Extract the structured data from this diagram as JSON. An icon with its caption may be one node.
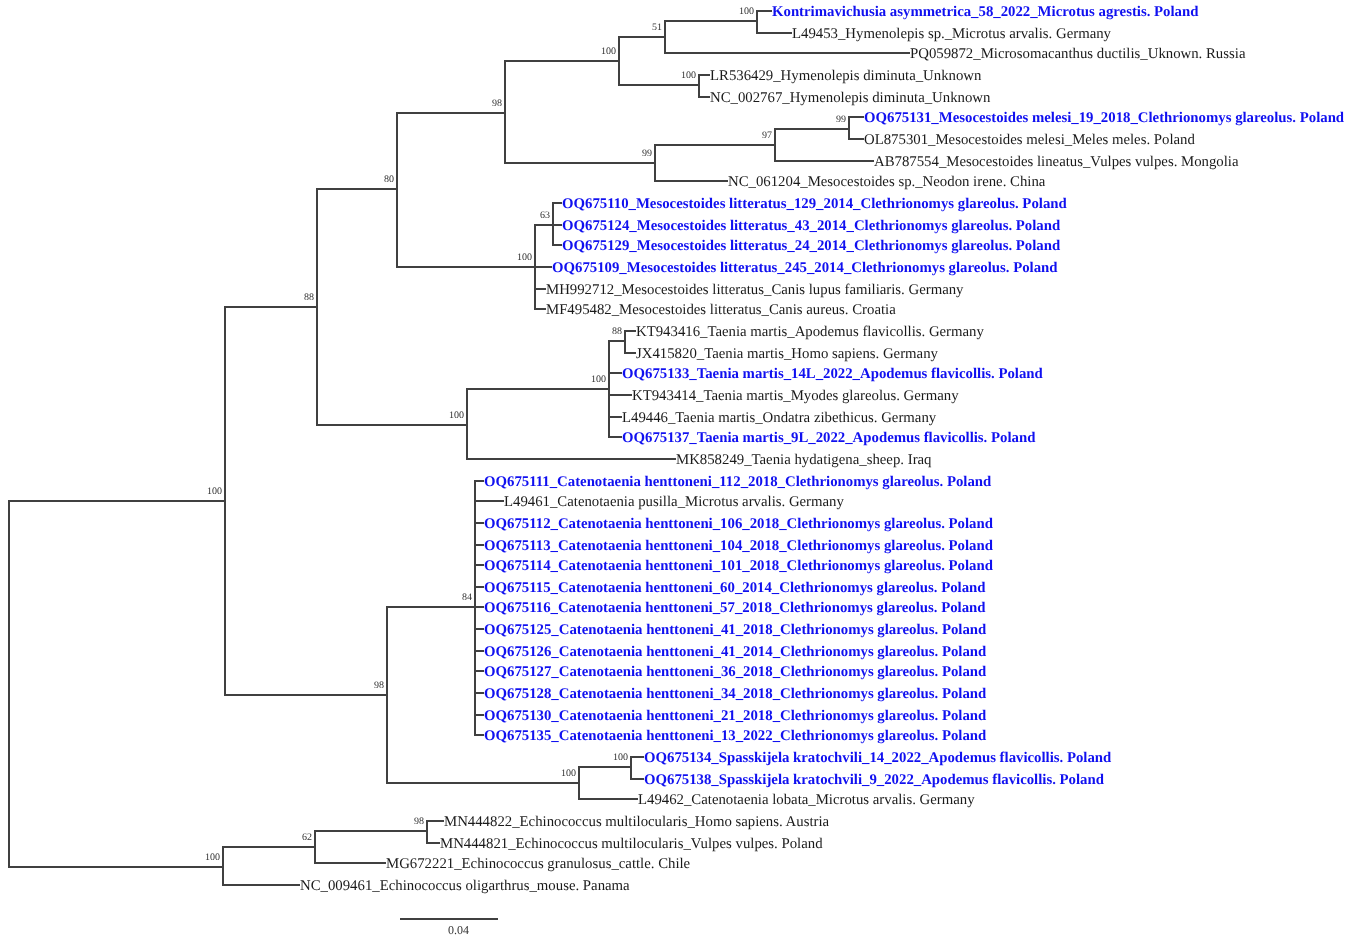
{
  "diagram": {
    "nodes": [
      {
        "text": [],
        "shape": "bar"
      },
      {
        "text": [],
        "shape": "bar",
        "beside": [
          "100"
        ]
      },
      {
        "text": [],
        "shape": "bar",
        "beside": [
          "88"
        ]
      },
      {
        "text": [],
        "shape": "bar",
        "beside": [
          "80"
        ]
      },
      {
        "text": [],
        "shape": "bar",
        "beside": [
          "98"
        ]
      },
      {
        "text": [],
        "shape": "bar",
        "beside": [
          "100"
        ]
      },
      {
        "text": [],
        "shape": "bar",
        "beside": [
          "51"
        ]
      },
      {
        "text": [],
        "shape": "bar",
        "beside": [
          "100"
        ]
      },
      {
        "text": [
          "Kontrimavichusia asymmetrica_58_2022_Microtus agrestis. Poland"
        ]
      },
      {
        "text": [
          "L49453_Hymenolepis sp._Microtus arvalis. Germany"
        ]
      },
      {
        "text": [
          "PQ059872_Microsomacanthus ductilis_Uknown. Russia"
        ]
      },
      {
        "text": [],
        "shape": "bar",
        "beside": [
          "100"
        ]
      },
      {
        "text": [
          "LR536429_Hymenolepis diminuta_Unknown"
        ]
      },
      {
        "text": [
          "NC_002767_Hymenolepis diminuta_Unknown"
        ]
      },
      {
        "text": [],
        "shape": "bar",
        "beside": [
          "99"
        ]
      },
      {
        "text": [],
        "shape": "bar",
        "beside": [
          "97"
        ]
      },
      {
        "text": [],
        "shape": "bar",
        "beside": [
          "99"
        ]
      },
      {
        "text": [
          "OQ675131_Mesocestoides melesi_19_2018_Clethrionomys glareolus. Poland"
        ]
      },
      {
        "text": [
          "OL875301_Mesocestoides melesi_Meles meles. Poland"
        ]
      },
      {
        "text": [
          "AB787554_Mesocestoides lineatus_Vulpes vulpes. Mongolia"
        ]
      },
      {
        "text": [
          "NC_061204_Mesocestoides sp._Neodon irene. China"
        ]
      },
      {
        "text": [],
        "shape": "bar",
        "beside": [
          "100"
        ]
      },
      {
        "text": [],
        "shape": "bar",
        "beside": [
          "63"
        ]
      },
      {
        "text": [
          "OQ675110_Mesocestoides litteratus_129_2014_Clethrionomys glareolus. Poland"
        ]
      },
      {
        "text": [
          "OQ675124_Mesocestoides litteratus_43_2014_Clethrionomys glareolus. Poland"
        ]
      },
      {
        "text": [
          "OQ675129_Mesocestoides litteratus_24_2014_Clethrionomys glareolus. Poland"
        ]
      },
      {
        "text": [
          "OQ675109_Mesocestoides litteratus_245_2014_Clethrionomys glareolus. Poland"
        ]
      },
      {
        "text": [
          "MH992712_Mesocestoides litteratus_Canis lupus familiaris. Germany"
        ]
      },
      {
        "text": [
          "MF495482_Mesocestoides litteratus_Canis aureus. Croatia"
        ]
      },
      {
        "text": [],
        "shape": "bar",
        "beside": [
          "100"
        ]
      },
      {
        "text": [],
        "shape": "bar",
        "beside": [
          "100"
        ]
      },
      {
        "text": [],
        "shape": "bar",
        "beside": [
          "88"
        ]
      },
      {
        "text": [
          "KT943416_Taenia martis_Apodemus flavicollis. Germany"
        ]
      },
      {
        "text": [
          "JX415820_Taenia martis_Homo sapiens. Germany"
        ]
      },
      {
        "text": [
          "OQ675133_Taenia martis_14L_2022_Apodemus flavicollis. Poland"
        ]
      },
      {
        "text": [
          "KT943414_Taenia martis_Myodes glareolus. Germany"
        ]
      },
      {
        "text": [
          "L49446_Taenia martis_Ondatra zibethicus. Germany"
        ]
      },
      {
        "text": [
          "OQ675137_Taenia martis_9L_2022_Apodemus flavicollis. Poland"
        ]
      },
      {
        "text": [
          "MK858249_Taenia hydatigena_sheep. Iraq"
        ]
      },
      {
        "text": [],
        "shape": "bar",
        "beside": [
          "98"
        ]
      },
      {
        "text": [],
        "shape": "bar",
        "beside": [
          "84"
        ]
      },
      {
        "text": [
          "OQ675111_Catenotaenia henttoneni_112_2018_Clethrionomys glareolus. Poland"
        ]
      },
      {
        "text": [
          "L49461_Catenotaenia pusilla_Microtus arvalis. Germany"
        ]
      },
      {
        "text": [
          "OQ675112_Catenotaenia henttoneni_106_2018_Clethrionomys glareolus. Poland"
        ]
      },
      {
        "text": [
          "OQ675113_Catenotaenia henttoneni_104_2018_Clethrionomys glareolus. Poland"
        ]
      },
      {
        "text": [
          "OQ675114_Catenotaenia henttoneni_101_2018_Clethrionomys glareolus. Poland"
        ]
      },
      {
        "text": [
          "OQ675115_Catenotaenia henttoneni_60_2014_Clethrionomys glareolus. Poland"
        ]
      },
      {
        "text": [
          "OQ675116_Catenotaenia henttoneni_57_2018_Clethrionomys glareolus. Poland"
        ]
      },
      {
        "text": [
          "OQ675125_Catenotaenia henttoneni_41_2018_Clethrionomys glareolus. Poland"
        ]
      },
      {
        "text": [
          "OQ675126_Catenotaenia henttoneni_41_2014_Clethrionomys glareolus. Poland"
        ]
      },
      {
        "text": [
          "OQ675127_Catenotaenia henttoneni_36_2018_Clethrionomys glareolus. Poland"
        ]
      },
      {
        "text": [
          "OQ675128_Catenotaenia henttoneni_34_2018_Clethrionomys glareolus. Poland"
        ]
      },
      {
        "text": [
          "OQ675130_Catenotaenia henttoneni_21_2018_Clethrionomys glareolus. Poland"
        ]
      },
      {
        "text": [
          "OQ675135_Catenotaenia henttoneni_13_2022_Clethrionomys glareolus. Poland"
        ]
      },
      {
        "text": [],
        "shape": "bar",
        "beside": [
          "100"
        ]
      },
      {
        "text": [],
        "shape": "bar",
        "beside": [
          "100"
        ]
      },
      {
        "text": [
          "OQ675134_Spasskijela kratochvili_14_2022_Apodemus flavicollis. Poland"
        ]
      },
      {
        "text": [
          "OQ675138_Spasskijela kratochvili_9_2022_Apodemus flavicollis. Poland"
        ]
      },
      {
        "text": [
          "L49462_Catenotaenia lobata_Microtus arvalis. Germany"
        ]
      },
      {
        "text": [],
        "shape": "bar",
        "beside": [
          "100"
        ]
      },
      {
        "text": [],
        "shape": "bar",
        "beside": [
          "62"
        ]
      },
      {
        "text": [],
        "shape": "bar",
        "beside": [
          "98"
        ]
      },
      {
        "text": [
          "MN444822_Echinococcus multilocularis_Homo sapiens. Austria"
        ]
      },
      {
        "text": [
          "MN444821_Echinococcus multilocularis_Vulpes vulpes. Poland"
        ]
      },
      {
        "text": [
          "MG672221_Echinococcus granulosus_cattle. Chile"
        ]
      },
      {
        "text": [
          "NC_009461_Echinococcus oligarthrus_mouse. Panama"
        ]
      }
    ],
    "edges": [
      {
        "from": 0,
        "to": 1,
        "arrow": "none"
      },
      {
        "from": 1,
        "to": 2,
        "arrow": "none"
      },
      {
        "from": 2,
        "to": 3,
        "arrow": "none"
      },
      {
        "from": 3,
        "to": 4,
        "arrow": "none"
      },
      {
        "from": 4,
        "to": 5,
        "arrow": "none"
      },
      {
        "from": 5,
        "to": 6,
        "arrow": "none"
      },
      {
        "from": 6,
        "to": 7,
        "arrow": "none"
      },
      {
        "from": 7,
        "to": 8,
        "arrow": "none"
      },
      {
        "from": 7,
        "to": 9,
        "arrow": "none"
      },
      {
        "from": 6,
        "to": 10,
        "arrow": "none"
      },
      {
        "from": 5,
        "to": 11,
        "arrow": "none"
      },
      {
        "from": 11,
        "to": 12,
        "arrow": "none"
      },
      {
        "from": 11,
        "to": 13,
        "arrow": "none"
      },
      {
        "from": 4,
        "to": 14,
        "arrow": "none"
      },
      {
        "from": 14,
        "to": 15,
        "arrow": "none"
      },
      {
        "from": 15,
        "to": 16,
        "arrow": "none"
      },
      {
        "from": 16,
        "to": 17,
        "arrow": "none"
      },
      {
        "from": 16,
        "to": 18,
        "arrow": "none"
      },
      {
        "from": 15,
        "to": 19,
        "arrow": "none"
      },
      {
        "from": 14,
        "to": 20,
        "arrow": "none"
      },
      {
        "from": 3,
        "to": 21,
        "arrow": "none"
      },
      {
        "from": 21,
        "to": 22,
        "arrow": "none"
      },
      {
        "from": 22,
        "to": 23,
        "arrow": "none"
      },
      {
        "from": 22,
        "to": 24,
        "arrow": "none"
      },
      {
        "from": 22,
        "to": 25,
        "arrow": "none"
      },
      {
        "from": 21,
        "to": 26,
        "arrow": "none"
      },
      {
        "from": 21,
        "to": 27,
        "arrow": "none"
      },
      {
        "from": 21,
        "to": 28,
        "arrow": "none"
      },
      {
        "from": 2,
        "to": 29,
        "arrow": "none"
      },
      {
        "from": 29,
        "to": 30,
        "arrow": "none"
      },
      {
        "from": 30,
        "to": 31,
        "arrow": "none"
      },
      {
        "from": 31,
        "to": 32,
        "arrow": "none"
      },
      {
        "from": 31,
        "to": 33,
        "arrow": "none"
      },
      {
        "from": 30,
        "to": 34,
        "arrow": "none"
      },
      {
        "from": 30,
        "to": 35,
        "arrow": "none"
      },
      {
        "from": 30,
        "to": 36,
        "arrow": "none"
      },
      {
        "from": 30,
        "to": 37,
        "arrow": "none"
      },
      {
        "from": 29,
        "to": 38,
        "arrow": "none"
      },
      {
        "from": 1,
        "to": 39,
        "arrow": "none"
      },
      {
        "from": 39,
        "to": 40,
        "arrow": "none"
      },
      {
        "from": 40,
        "to": 41,
        "arrow": "none"
      },
      {
        "from": 40,
        "to": 42,
        "arrow": "none"
      },
      {
        "from": 40,
        "to": 43,
        "arrow": "none"
      },
      {
        "from": 40,
        "to": 44,
        "arrow": "none"
      },
      {
        "from": 40,
        "to": 45,
        "arrow": "none"
      },
      {
        "from": 40,
        "to": 46,
        "arrow": "none"
      },
      {
        "from": 40,
        "to": 47,
        "arrow": "none"
      },
      {
        "from": 40,
        "to": 48,
        "arrow": "none"
      },
      {
        "from": 40,
        "to": 49,
        "arrow": "none"
      },
      {
        "from": 40,
        "to": 50,
        "arrow": "none"
      },
      {
        "from": 40,
        "to": 51,
        "arrow": "none"
      },
      {
        "from": 40,
        "to": 52,
        "arrow": "none"
      },
      {
        "from": 40,
        "to": 53,
        "arrow": "none"
      },
      {
        "from": 39,
        "to": 54,
        "arrow": "none"
      },
      {
        "from": 54,
        "to": 55,
        "arrow": "none"
      },
      {
        "from": 55,
        "to": 56,
        "arrow": "none"
      },
      {
        "from": 55,
        "to": 57,
        "arrow": "none"
      },
      {
        "from": 54,
        "to": 58,
        "arrow": "none"
      },
      {
        "from": 0,
        "to": 59,
        "arrow": "none"
      },
      {
        "from": 59,
        "to": 60,
        "arrow": "none"
      },
      {
        "from": 60,
        "to": 61,
        "arrow": "none"
      },
      {
        "from": 61,
        "to": 62,
        "arrow": "none"
      },
      {
        "from": 61,
        "to": 63,
        "arrow": "none"
      },
      {
        "from": 60,
        "to": 64,
        "arrow": "none"
      },
      {
        "from": 59,
        "to": 65,
        "arrow": "none"
      }
    ],
    "labels": [
      "0.04"
    ]
  }
}
